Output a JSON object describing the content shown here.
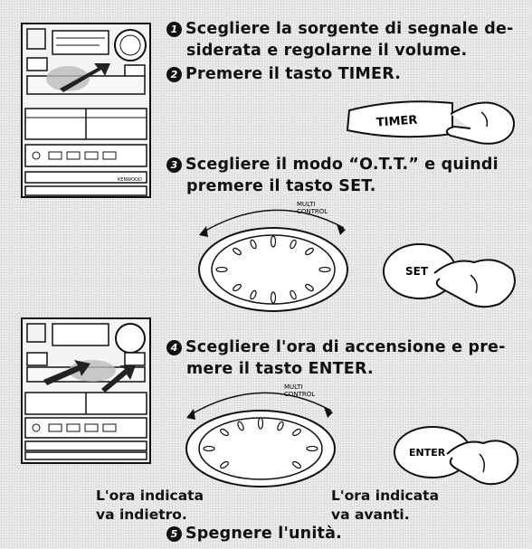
{
  "steps": [
    {
      "number": "1",
      "line1": "Scegliere la sorgente di segnale de-",
      "line2": "siderata e regolarne il volume."
    },
    {
      "number": "2",
      "line1": "Premere il tasto TIMER."
    },
    {
      "number": "3",
      "line1": "Scegliere il modo “O.T.T.” e quindi",
      "line2": "premere il tasto SET."
    },
    {
      "number": "4",
      "line1": "Scegliere l'ora di accensione e pre-",
      "line2": "mere il tasto ENTER."
    },
    {
      "number": "5",
      "line1": "Spegnere l'unità."
    }
  ],
  "buttons": {
    "timer": "TIMER",
    "set": "SET",
    "enter": "ENTER"
  },
  "dial": {
    "label_line1": "MULTI",
    "label_line2": "CONTROL"
  },
  "captions": {
    "backward_line1": "L'ora indicata",
    "backward_line2": "va indietro.",
    "forward_line1": "L'ora indicata",
    "forward_line2": "va avanti."
  },
  "device_brand": "KENWOOD"
}
